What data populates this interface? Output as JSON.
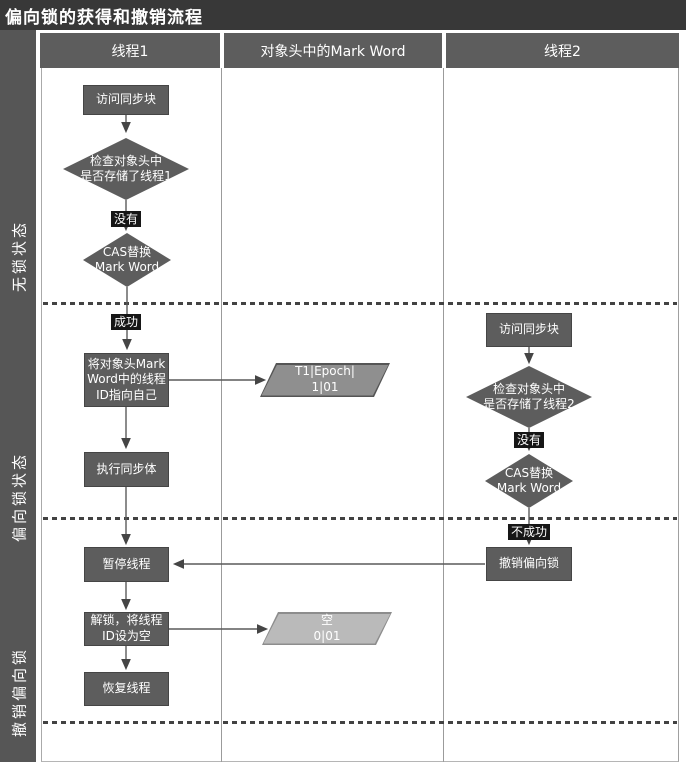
{
  "title": "偏向锁的获得和撤销流程",
  "columns": [
    "线程1",
    "对象头中的Mark Word",
    "线程2"
  ],
  "sidebar": {
    "sections": [
      "无锁状态",
      "偏向锁状态",
      "撤销偏向锁"
    ]
  },
  "nodes": {
    "t1_access": "访问同步块",
    "t1_check": "检查对象头中\n是否存储了线程1",
    "t1_check_label": "没有",
    "t1_cas": "CAS替换\nMark Word",
    "t1_cas_label": "成功",
    "t1_set": "将对象头Mark\nWord中的线程\nID指向自己",
    "t1_exec": "执行同步体",
    "t1_pause": "暂停线程",
    "t1_unlock": "解锁，将线程\nID设为空",
    "t1_resume": "恢复线程",
    "mw_biased": "T1|Epoch|\n1|01",
    "mw_empty": "空\n0|01",
    "t2_access": "访问同步块",
    "t2_check": "检查对象头中\n是否存储了线程2",
    "t2_check_label": "没有",
    "t2_cas": "CAS替换\nMark Word",
    "t2_cas_label": "不成功",
    "t2_revoke": "撤销偏向锁"
  },
  "colors": {
    "title_bar": "#383838",
    "sidebar": "#565656",
    "node_fill": "#5d5d5d",
    "chip_bg": "#161616",
    "parallelogram_dark": "#8f8f8f",
    "parallelogram_light": "#bababa",
    "divider": "#9b9b9b",
    "dash": "#424242"
  }
}
